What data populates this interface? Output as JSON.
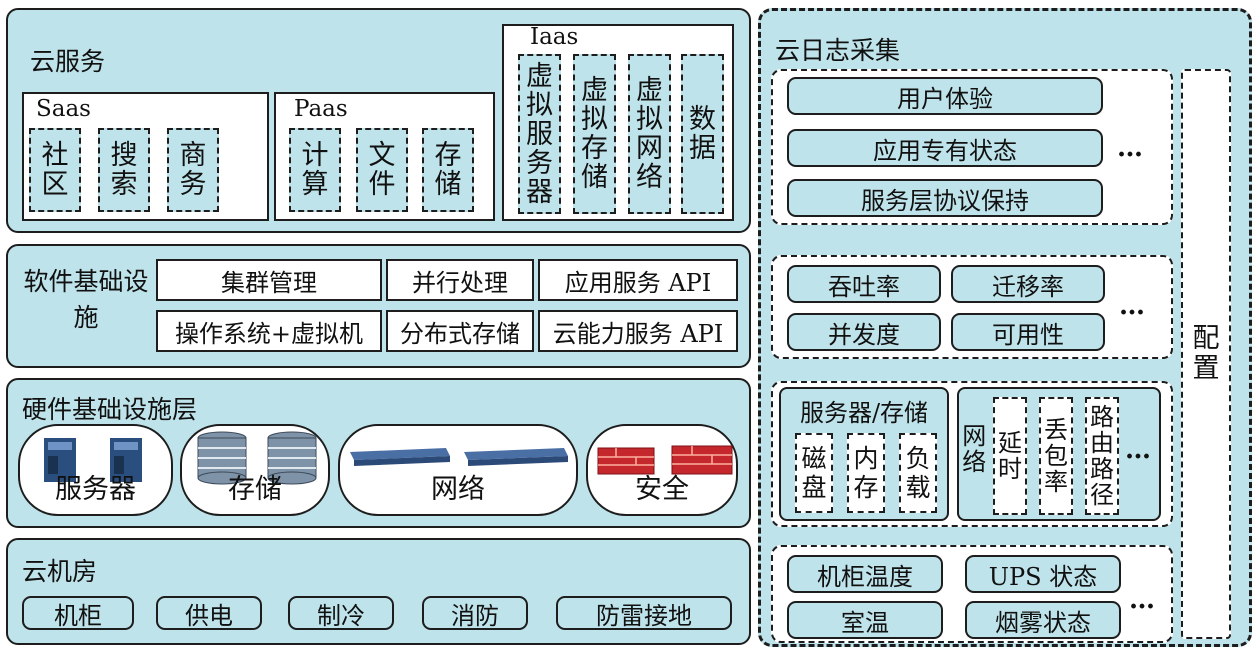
{
  "cloud_service": {
    "title": "云服务",
    "saas": {
      "label": "Saas",
      "items": [
        "社区",
        "搜索",
        "商务"
      ]
    },
    "paas": {
      "label": "Paas",
      "items": [
        "计算",
        "文件",
        "存储"
      ]
    },
    "iaas": {
      "label": "Iaas",
      "items": [
        "虚拟服务器",
        "虚拟存储",
        "虚拟网络",
        "数据"
      ]
    }
  },
  "software_infra": {
    "title": "软件基础设施",
    "row1": [
      "集群管理",
      "并行处理",
      "应用服务 API"
    ],
    "row2": [
      "操作系统+虚拟机",
      "分布式存储",
      "云能力服务 API"
    ]
  },
  "hardware_infra": {
    "title": "硬件基础设施层",
    "items": [
      "服务器",
      "存储",
      "网络",
      "安全"
    ]
  },
  "datacenter": {
    "title": "云机房",
    "items": [
      "机柜",
      "供电",
      "制冷",
      "消防",
      "防雷接地"
    ]
  },
  "log_collection": {
    "title": "云日志采集",
    "config_label": "配置",
    "ellipsis": "…",
    "group1": [
      "用户体验",
      "应用专有状态",
      "服务层协议保持"
    ],
    "group2": [
      "吞吐率",
      "迁移率",
      "并发度",
      "可用性"
    ],
    "group3": {
      "server_storage": {
        "title": "服务器/存储",
        "items": [
          "磁盘",
          "内存",
          "负载"
        ]
      },
      "network": {
        "label": "网络",
        "items": [
          "延时",
          "丢包率",
          "路由路径"
        ]
      }
    },
    "group4": [
      "机柜温度",
      "UPS 状态",
      "室温",
      "烟雾状态"
    ]
  },
  "colors": {
    "panel_fill": "#bfe3ea",
    "border": "#1d1d1d",
    "server": "#2a4f7e",
    "storage": "#7f93a8",
    "router": "#4a6fa5",
    "firewall": "#c4282d"
  }
}
